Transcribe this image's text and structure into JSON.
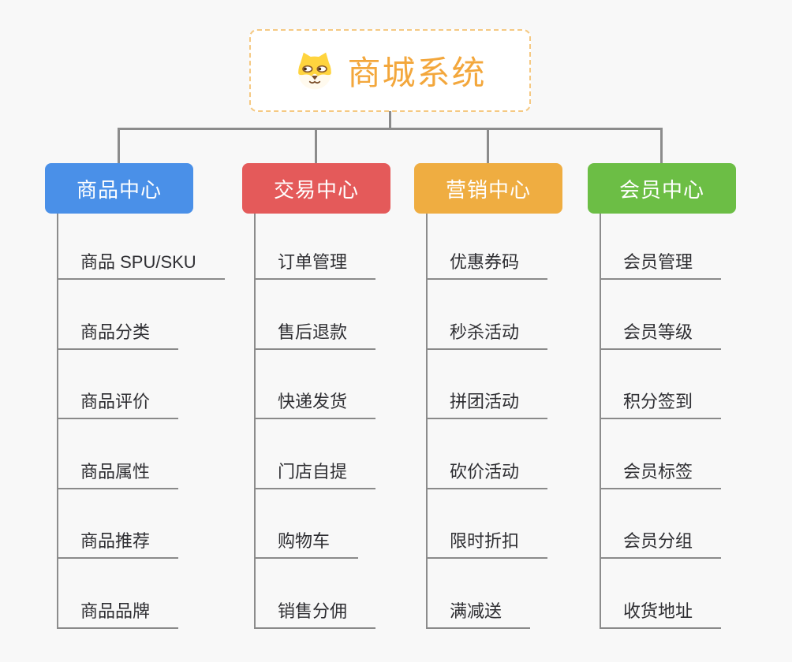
{
  "page": {
    "background_color": "#F8F8F8",
    "connector_color": "#8C8C8C",
    "topic_text_color": "#2E2E32"
  },
  "root": {
    "label": "商城系统",
    "icon": "dog-mascot-icon",
    "text_color": "#F3A73C",
    "border_color": "#F5C983",
    "background": "#FFFFFF"
  },
  "branches": [
    {
      "id": "product-center",
      "label": "商品中心",
      "color": "#4A90E8",
      "items": [
        "商品 SPU/SKU",
        "商品分类",
        "商品评价",
        "商品属性",
        "商品推荐",
        "商品品牌"
      ]
    },
    {
      "id": "trade-center",
      "label": "交易中心",
      "color": "#E45A5A",
      "items": [
        "订单管理",
        "售后退款",
        "快递发货",
        "门店自提",
        "购物车",
        "销售分佣"
      ]
    },
    {
      "id": "marketing-center",
      "label": "营销中心",
      "color": "#EFAD41",
      "items": [
        "优惠券码",
        "秒杀活动",
        "拼团活动",
        "砍价活动",
        "限时折扣",
        "满减送"
      ]
    },
    {
      "id": "member-center",
      "label": "会员中心",
      "color": "#6CBE45",
      "items": [
        "会员管理",
        "会员等级",
        "积分签到",
        "会员标签",
        "会员分组",
        "收货地址"
      ]
    }
  ]
}
